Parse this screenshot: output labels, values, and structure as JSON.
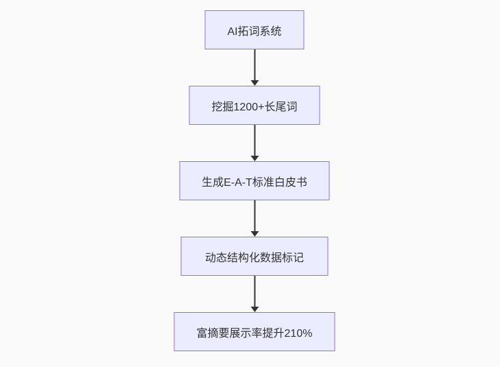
{
  "diagram": {
    "type": "flowchart",
    "direction": "top-down",
    "colors": {
      "node_fill": "#ECECFF",
      "node_border": "#9370DB",
      "arrow": "#333333",
      "text": "#333333",
      "background": "#fafafa"
    },
    "nodes": [
      {
        "id": "A",
        "label": "AI拓词系统"
      },
      {
        "id": "B",
        "label": "挖掘1200+长尾词"
      },
      {
        "id": "C",
        "label": "生成E-A-T标准白皮书"
      },
      {
        "id": "D",
        "label": "动态结构化数据标记"
      },
      {
        "id": "E",
        "label": "富摘要展示率提升210%"
      }
    ],
    "edges": [
      {
        "from": "A",
        "to": "B",
        "label": ""
      },
      {
        "from": "B",
        "to": "C",
        "label": ""
      },
      {
        "from": "C",
        "to": "D",
        "label": ""
      },
      {
        "from": "D",
        "to": "E",
        "label": ""
      }
    ]
  }
}
